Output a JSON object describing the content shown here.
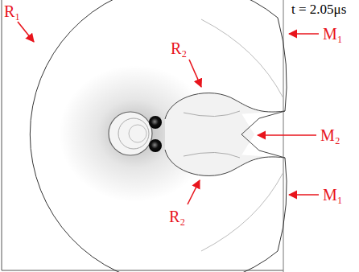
{
  "diagram": {
    "labels": [
      "R₁",
      "t = 2.05μs",
      "M₁",
      "R₂",
      "M₂",
      "R₂",
      "M₁"
    ]
  }
}
